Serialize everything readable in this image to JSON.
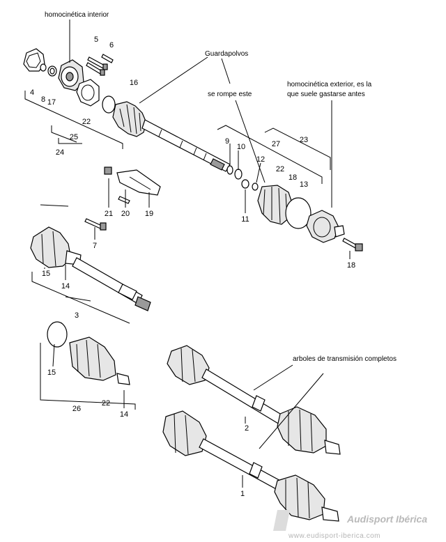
{
  "annotations": {
    "inner_joint": "homocinética interior",
    "boot": "Guardapolvos",
    "breaks": "se rompe este",
    "outer_joint_line1": "homocinética exterior, es la",
    "outer_joint_line2": "que suele gastarse antes",
    "complete_shafts": "arboles de transmisión completos"
  },
  "part_numbers": {
    "n1": "1",
    "n2": "2",
    "n3": "3",
    "n4": "4",
    "n5": "5",
    "n6": "6",
    "n7": "7",
    "n8": "8",
    "n9": "9",
    "n10": "10",
    "n11": "11",
    "n12": "12",
    "n13": "13",
    "n14": "14",
    "n14b": "14",
    "n15": "15",
    "n15b": "15",
    "n16": "16",
    "n17": "17",
    "n18": "18",
    "n18b": "18",
    "n19": "19",
    "n20": "20",
    "n21": "21",
    "n22": "22",
    "n22b": "22",
    "n22c": "22",
    "n23": "23",
    "n24": "24",
    "n25": "25",
    "n26": "26",
    "n27": "27"
  },
  "watermark": {
    "brand": "Audisport Ibérica",
    "url": "www.eudisport-iberica.com"
  }
}
